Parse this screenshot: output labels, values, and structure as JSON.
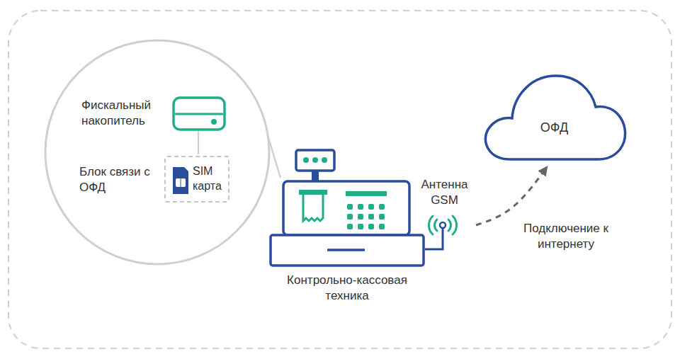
{
  "diagram": {
    "nodes": [
      {
        "text": [
          "Фискальный накопитель",
          "Блок связи с ОФД"
        ]
      },
      {
        "text": [
          "SIM карта"
        ],
        "in": 0
      },
      {
        "text": [
          "Контрольно-кассовая техника"
        ]
      },
      {
        "text": [
          "Антенна GSM"
        ]
      },
      {
        "text": [
          "ОФД"
        ]
      }
    ],
    "edges": [
      {
        "from": 0,
        "to": 2,
        "arrow": "none"
      },
      {
        "from": 2,
        "to": 3,
        "arrow": "none"
      },
      {
        "from": 3,
        "to": 4,
        "arrow": "to",
        "label": "Подключение к интернету"
      }
    ]
  }
}
